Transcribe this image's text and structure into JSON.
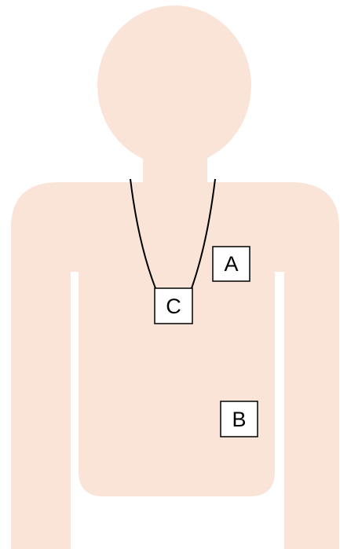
{
  "colors": {
    "skin": "#FAE3D7",
    "background": "#FFFFFF",
    "line": "#000000",
    "marker_fill": "#FFFFFF"
  },
  "markers": {
    "a": "A",
    "b": "B",
    "c": "C"
  }
}
